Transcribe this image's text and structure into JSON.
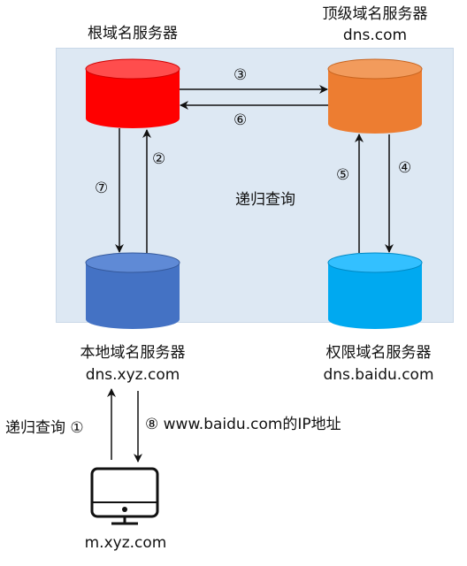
{
  "diagram": {
    "root_server": {
      "label": "根域名服务器",
      "color": "#ff0000"
    },
    "tld_server": {
      "label": "顶级域名服务器",
      "domain": "dns.com",
      "color": "#ed7d31"
    },
    "local_server": {
      "label": "本地域名服务器",
      "domain": "dns.xyz.com",
      "color": "#4472c4"
    },
    "auth_server": {
      "label": "权限域名服务器",
      "domain": "dns.baidu.com",
      "color": "#00a9f0"
    },
    "center_text": "递归查询",
    "client": {
      "domain": "m.xyz.com"
    },
    "steps": {
      "s1": "递归查询 ①",
      "s2": "②",
      "s3": "③",
      "s4": "④",
      "s5": "⑤",
      "s6": "⑥",
      "s7": "⑦",
      "s8": "⑧ www.baidu.com的IP地址"
    }
  }
}
